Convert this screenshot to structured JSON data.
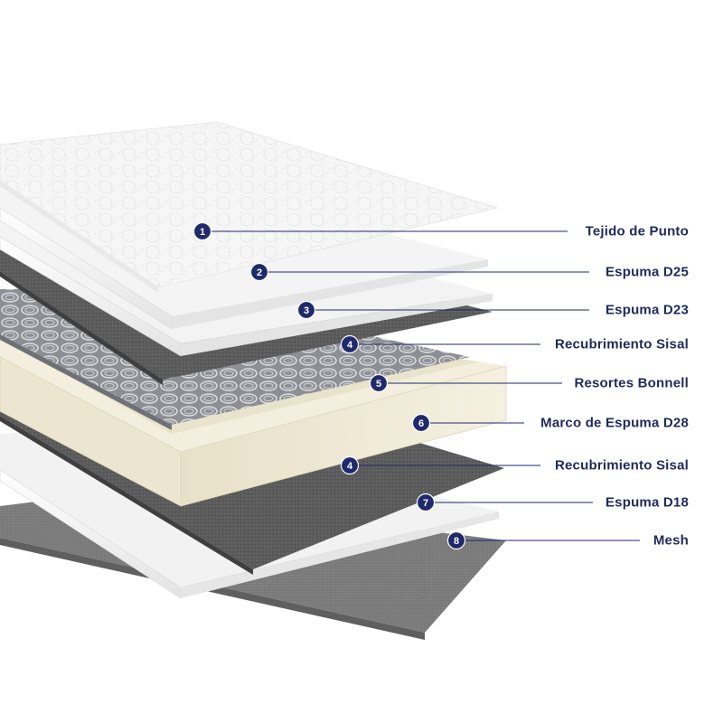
{
  "colors": {
    "accent": "#1e2a6b",
    "label_text": "#1e2a5a",
    "foam_white": "#f4f4f4",
    "sisal_gray": "#5a5a5a",
    "frame_cream": "#efe9d6",
    "spring_silver": "#a9a9ad",
    "mesh_gray": "#777777"
  },
  "layers": [
    {
      "badge": "1",
      "label": "Tejido de Punto"
    },
    {
      "badge": "2",
      "label": "Espuma D25"
    },
    {
      "badge": "3",
      "label": "Espuma D23"
    },
    {
      "badge": "4",
      "label": "Recubrimiento Sisal"
    },
    {
      "badge": "5",
      "label": "Resortes Bonnell"
    },
    {
      "badge": "6",
      "label": "Marco de Espuma D28"
    },
    {
      "badge": "4",
      "label": "Recubrimiento Sisal"
    },
    {
      "badge": "7",
      "label": "Espuma D18"
    },
    {
      "badge": "8",
      "label": "Mesh"
    }
  ]
}
